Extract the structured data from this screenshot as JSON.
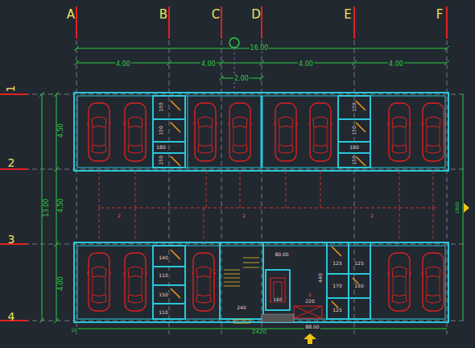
{
  "diagram": {
    "labels": [
      "A",
      "B",
      "C",
      "D",
      "E",
      "F",
      "1",
      "2",
      "3",
      "4",
      "16.00",
      "4.00",
      "4.00",
      "4.00",
      "4.00",
      "2.00",
      "4.50",
      "4.50",
      "13.00",
      "4.00",
      "2420",
      "20",
      "1860",
      "150",
      "150",
      "180",
      "150",
      "150",
      "150",
      "180",
      "150",
      "140",
      "110",
      "150",
      "110",
      "125",
      "125",
      "170",
      "150",
      "125",
      "2",
      "2",
      "2",
      "80.00",
      "88.00",
      "240",
      "160",
      "1",
      "220",
      "440"
    ]
  }
}
